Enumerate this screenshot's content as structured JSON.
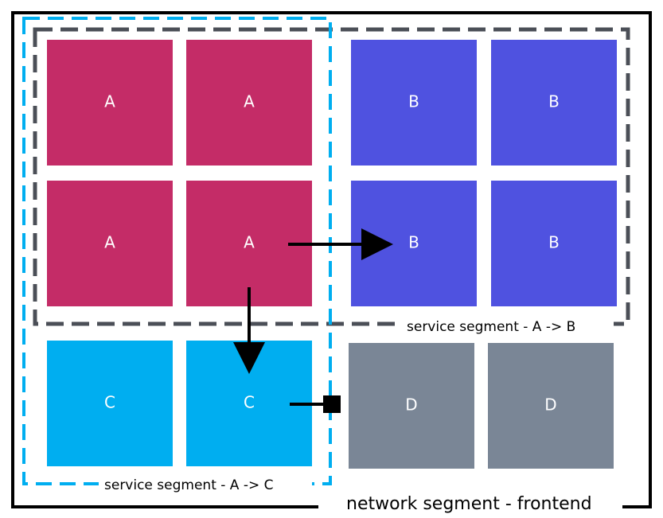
{
  "colors": {
    "service_a": "#c42c67",
    "service_b": "#4f52e0",
    "service_c": "#00aef0",
    "service_d": "#7a8696",
    "network_border": "#000000",
    "segment_ab_border": "#4b4f57",
    "segment_ac_border": "#00aef0",
    "arrow": "#000000"
  },
  "tiles": {
    "a1": "A",
    "a2": "A",
    "a3": "A",
    "a4": "A",
    "b1": "B",
    "b2": "B",
    "b3": "B",
    "b4": "B",
    "c1": "C",
    "c2": "C",
    "d1": "D",
    "d2": "D"
  },
  "segments": {
    "network_label": "network segment - frontend",
    "service_ab_label": "service segment - A -> B",
    "service_ac_label": "service segment - A -> C"
  },
  "connections": [
    {
      "from": "A",
      "to": "B",
      "type": "allowed-arrow"
    },
    {
      "from": "A",
      "to": "C",
      "type": "allowed-arrow"
    },
    {
      "from": "C",
      "to": "D",
      "type": "blocked-connector"
    }
  ]
}
